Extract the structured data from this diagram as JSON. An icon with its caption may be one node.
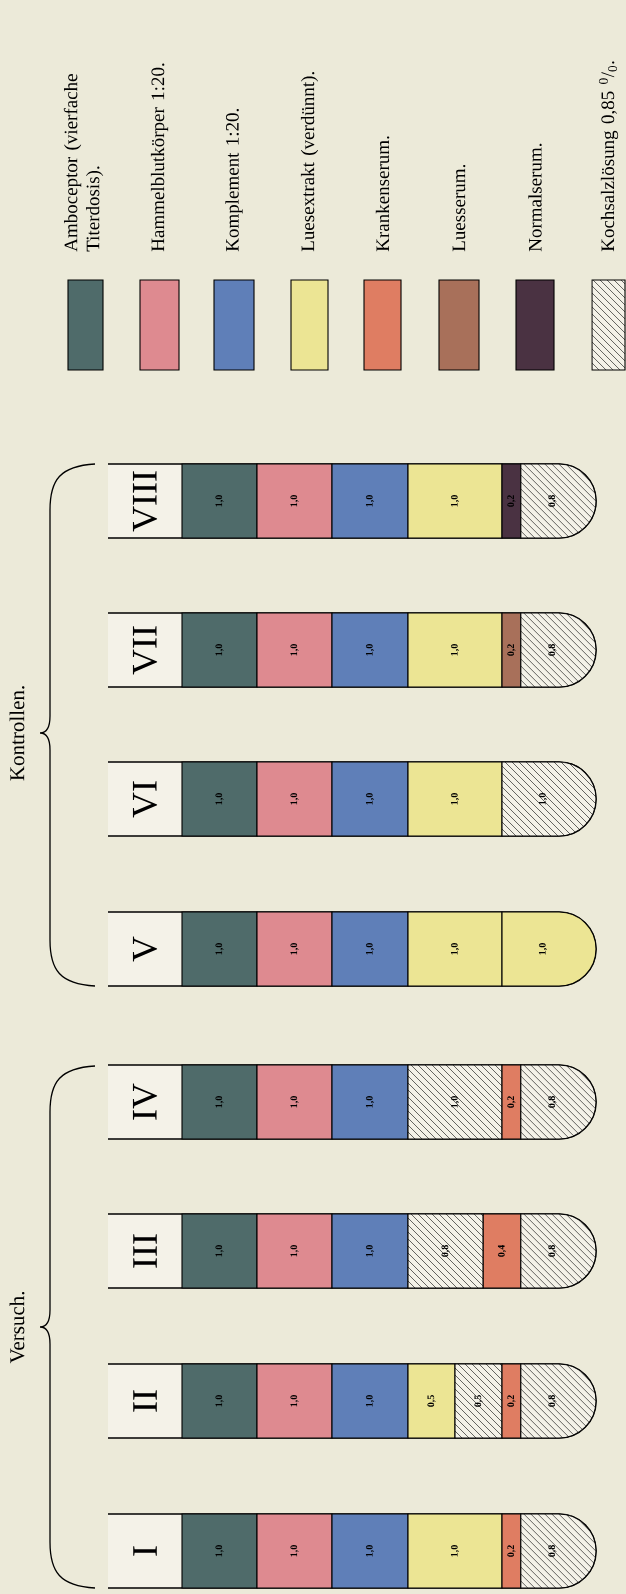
{
  "diagram": {
    "nodes": [
      {
        "text": [
          "I"
        ]
      },
      {
        "text": [
          "1,0"
        ],
        "in": 0
      },
      {
        "text": [
          "1,0"
        ],
        "in": 0
      },
      {
        "text": [
          "1,0"
        ],
        "in": 0
      },
      {
        "text": [
          "1,0"
        ],
        "in": 0
      },
      {
        "text": [
          "0,2"
        ],
        "in": 0
      },
      {
        "text": [
          "0,8"
        ],
        "in": 0
      },
      {
        "text": [
          "II"
        ]
      },
      {
        "text": [
          "1,0"
        ],
        "in": 7
      },
      {
        "text": [
          "1,0"
        ],
        "in": 7
      },
      {
        "text": [
          "1,0"
        ],
        "in": 7
      },
      {
        "text": [
          "0,5"
        ],
        "in": 7
      },
      {
        "text": [
          "0,5"
        ],
        "in": 7
      },
      {
        "text": [
          "0,2"
        ],
        "in": 7
      },
      {
        "text": [
          "0,8"
        ],
        "in": 7
      },
      {
        "text": [
          "III"
        ]
      },
      {
        "text": [
          "1,0"
        ],
        "in": 15
      },
      {
        "text": [
          "1,0"
        ],
        "in": 15
      },
      {
        "text": [
          "1,0"
        ],
        "in": 15
      },
      {
        "text": [
          "0,8"
        ],
        "in": 15
      },
      {
        "text": [
          "0,4"
        ],
        "in": 15
      },
      {
        "text": [
          "0,8"
        ],
        "in": 15
      },
      {
        "text": [
          "IV"
        ]
      },
      {
        "text": [
          "1,0"
        ],
        "in": 22
      },
      {
        "text": [
          "1,0"
        ],
        "in": 22
      },
      {
        "text": [
          "1,0"
        ],
        "in": 22
      },
      {
        "text": [
          "1,0"
        ],
        "in": 22
      },
      {
        "text": [
          "0,2"
        ],
        "in": 22
      },
      {
        "text": [
          "0,8"
        ],
        "in": 22
      },
      {
        "text": [
          "V"
        ]
      },
      {
        "text": [
          "1,0"
        ],
        "in": 29
      },
      {
        "text": [
          "1,0"
        ],
        "in": 29
      },
      {
        "text": [
          "1,0"
        ],
        "in": 29
      },
      {
        "text": [
          "1,0"
        ],
        "in": 29
      },
      {
        "text": [
          "1,0"
        ],
        "in": 29
      },
      {
        "text": [
          "VI"
        ]
      },
      {
        "text": [
          "1,0"
        ],
        "in": 35
      },
      {
        "text": [
          "1,0"
        ],
        "in": 35
      },
      {
        "text": [
          "1,0"
        ],
        "in": 35
      },
      {
        "text": [
          "1,0"
        ],
        "in": 35
      },
      {
        "text": [
          "1,0"
        ],
        "in": 35
      },
      {
        "text": [
          "VII"
        ]
      },
      {
        "text": [
          "1,0"
        ],
        "in": 41
      },
      {
        "text": [
          "1,0"
        ],
        "in": 41
      },
      {
        "text": [
          "1,0"
        ],
        "in": 41
      },
      {
        "text": [
          "1,0"
        ],
        "in": 41
      },
      {
        "text": [
          "0,2"
        ],
        "in": 41
      },
      {
        "text": [
          "0,8"
        ],
        "in": 41
      },
      {
        "text": [
          "VIII"
        ]
      },
      {
        "text": [
          "1,0"
        ],
        "in": 48
      },
      {
        "text": [
          "1,0"
        ],
        "in": 48
      },
      {
        "text": [
          "1,0"
        ],
        "in": 48
      },
      {
        "text": [
          "1,0"
        ],
        "in": 48
      },
      {
        "text": [
          "0,2"
        ],
        "in": 48
      },
      {
        "text": [
          "0,8"
        ],
        "in": 48
      }
    ],
    "labels": [
      "Versuch.",
      "Kontrollen."
    ],
    "legend": [
      {
        "text": "Amboceptor (vierfache Titerdosis).",
        "color": "#4f6b6a"
      },
      {
        "text": "Hammelblutkörper 1:20.",
        "color": "#de8a90"
      },
      {
        "text": "Komplement 1:20.",
        "color": "#5f7fb8"
      },
      {
        "text": "Luesextrakt (verdünnt).",
        "color": "#ece594"
      },
      {
        "text": "Krankenserum.",
        "color": "#df7d62"
      },
      {
        "text": "Luesserum.",
        "color": "#a8705a"
      },
      {
        "text": "Normalserum.",
        "color": "#4a3242"
      },
      {
        "text": "Kochsalzlösung 0,85 $^{0}$/$_{0}$."
      }
    ]
  }
}
